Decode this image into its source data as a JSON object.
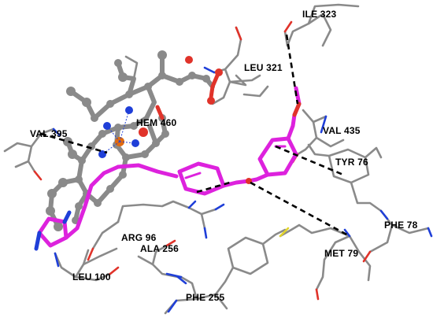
{
  "colors": {
    "carbon": "#8a8a8a",
    "ligand": "#dd22dd",
    "nitrogen": "#1f3fd8",
    "oxygen": "#e0332a",
    "sulfur": "#e2d42a",
    "iron": "#e06a10",
    "hbond": "#000000"
  },
  "labels": {
    "ile323": "ILE  323",
    "leu321": "LEU  321",
    "hem460": "HEM  460",
    "val395": "VAL  395",
    "val435": "VAL  435",
    "tyr76": "TYR  76",
    "phe78": "PHE  78",
    "met79": "MET  79",
    "arg96": "ARG  96",
    "ala256": "ALA  256",
    "leu100": "LEU  100",
    "phe255": "PHE  255"
  }
}
